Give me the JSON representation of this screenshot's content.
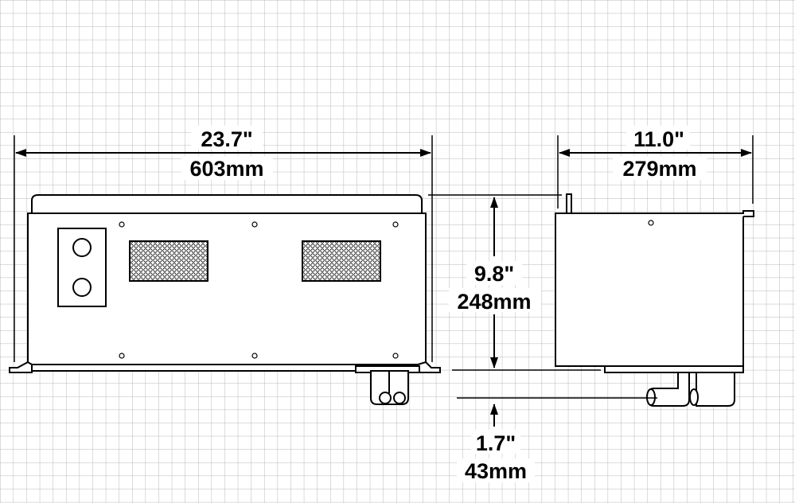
{
  "dimensions": {
    "width": {
      "inches": "23.7\"",
      "mm": "603mm"
    },
    "depth": {
      "inches": "11.0\"",
      "mm": "279mm"
    },
    "height": {
      "inches": "9.8\"",
      "mm": "248mm"
    },
    "fitting": {
      "inches": "1.7\"",
      "mm": "43mm"
    }
  },
  "colors": {
    "grid": "#b8b8b8",
    "line": "#000000",
    "background": "#ffffff"
  }
}
